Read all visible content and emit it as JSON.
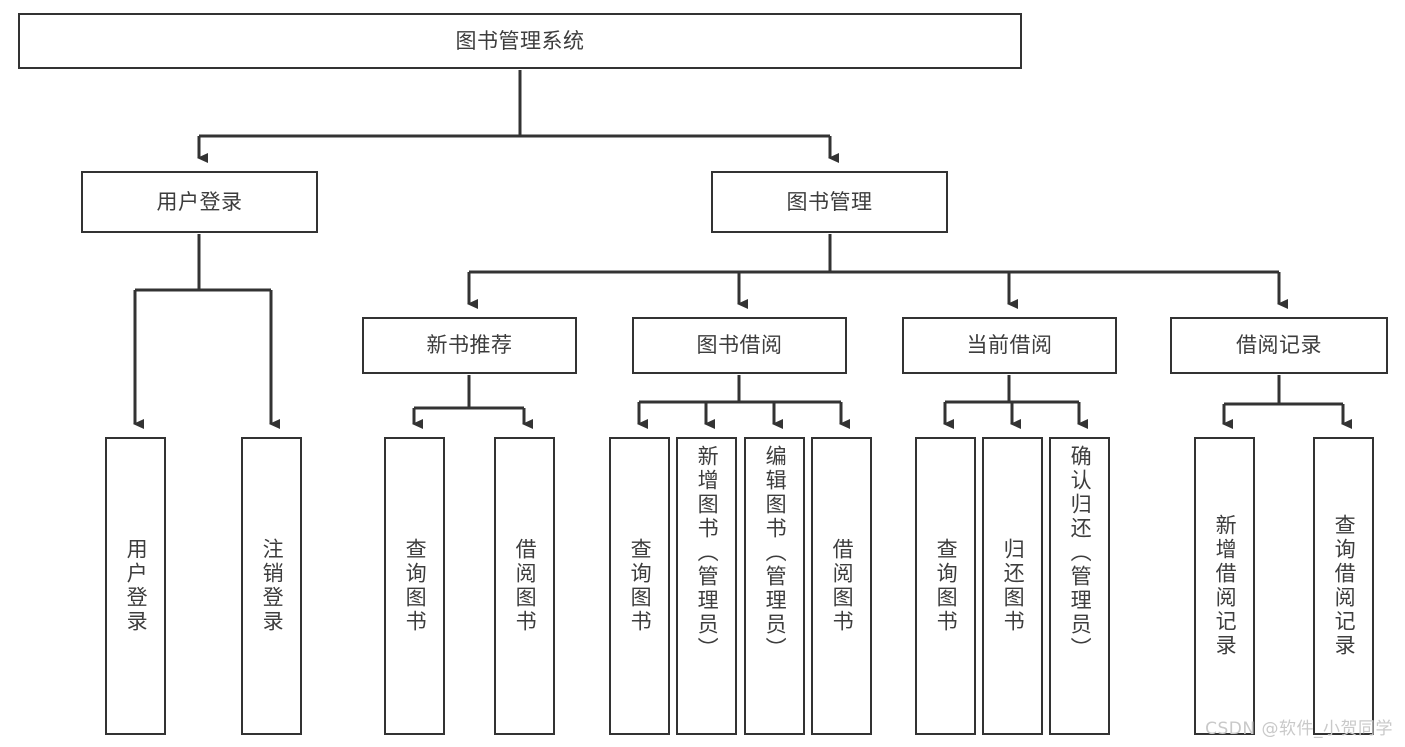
{
  "diagram": {
    "title": "图书管理系统",
    "type": "hierarchy-tree",
    "watermark": "CSDN @软件_小贺同学",
    "colors": {
      "background": "#ffffff",
      "box_border": "#333333",
      "box_fill": "#ffffff",
      "text": "#3d3d3d",
      "connector": "#333333",
      "watermark": "#c9c9c9"
    },
    "levels": [
      {
        "level": 1,
        "nodes": [
          {
            "id": "root",
            "label": "图书管理系统"
          }
        ]
      },
      {
        "level": 2,
        "nodes": [
          {
            "id": "login",
            "label": "用户登录"
          },
          {
            "id": "bookmgmt",
            "label": "图书管理"
          }
        ]
      },
      {
        "level": 3,
        "nodes": [
          {
            "id": "newbook",
            "label": "新书推荐"
          },
          {
            "id": "borrow",
            "label": "图书借阅"
          },
          {
            "id": "current",
            "label": "当前借阅"
          },
          {
            "id": "records",
            "label": "借阅记录"
          }
        ]
      },
      {
        "level": 4,
        "nodes": [
          {
            "id": "leaf-login-1",
            "label": "用户登录"
          },
          {
            "id": "leaf-login-2",
            "label": "注销登录"
          },
          {
            "id": "leaf-new-1",
            "label": "查询图书"
          },
          {
            "id": "leaf-new-2",
            "label": "借阅图书"
          },
          {
            "id": "leaf-borrow-1",
            "label": "查询图书"
          },
          {
            "id": "leaf-borrow-2",
            "label": "新增图书（管理员）"
          },
          {
            "id": "leaf-borrow-3",
            "label": "编辑图书（管理员）"
          },
          {
            "id": "leaf-borrow-4",
            "label": "借阅图书"
          },
          {
            "id": "leaf-cur-1",
            "label": "查询图书"
          },
          {
            "id": "leaf-cur-2",
            "label": "归还图书"
          },
          {
            "id": "leaf-cur-3",
            "label": "确认归还（管理员）"
          },
          {
            "id": "leaf-rec-1",
            "label": "新增借阅记录"
          },
          {
            "id": "leaf-rec-2",
            "label": "查询借阅记录"
          }
        ]
      }
    ],
    "edges": [
      {
        "from": "root",
        "to": "login"
      },
      {
        "from": "root",
        "to": "bookmgmt"
      },
      {
        "from": "login",
        "to": "leaf-login-1"
      },
      {
        "from": "login",
        "to": "leaf-login-2"
      },
      {
        "from": "bookmgmt",
        "to": "newbook"
      },
      {
        "from": "bookmgmt",
        "to": "borrow"
      },
      {
        "from": "bookmgmt",
        "to": "current"
      },
      {
        "from": "bookmgmt",
        "to": "records"
      },
      {
        "from": "newbook",
        "to": "leaf-new-1"
      },
      {
        "from": "newbook",
        "to": "leaf-new-2"
      },
      {
        "from": "borrow",
        "to": "leaf-borrow-1"
      },
      {
        "from": "borrow",
        "to": "leaf-borrow-2"
      },
      {
        "from": "borrow",
        "to": "leaf-borrow-3"
      },
      {
        "from": "borrow",
        "to": "leaf-borrow-4"
      },
      {
        "from": "current",
        "to": "leaf-cur-1"
      },
      {
        "from": "current",
        "to": "leaf-cur-2"
      },
      {
        "from": "current",
        "to": "leaf-cur-3"
      },
      {
        "from": "records",
        "to": "leaf-rec-1"
      },
      {
        "from": "records",
        "to": "leaf-rec-2"
      }
    ]
  }
}
